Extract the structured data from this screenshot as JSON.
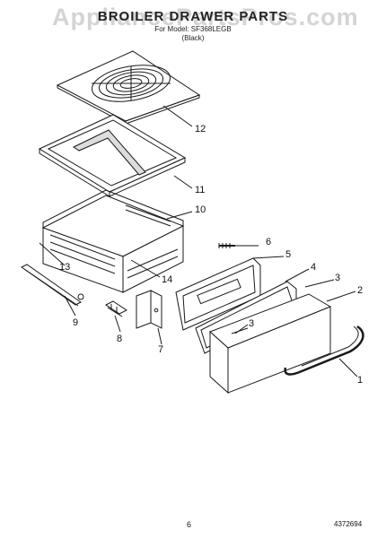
{
  "header": {
    "title": "BROILER DRAWER PARTS",
    "subtitle": "For Model: SF368LEGB",
    "note": "(Black)"
  },
  "watermark": "AppliancePartsPros.com",
  "callouts": [
    "1",
    "2",
    "3",
    "3",
    "4",
    "5",
    "6",
    "7",
    "8",
    "9",
    "10",
    "11",
    "12",
    "13",
    "14"
  ],
  "footer": {
    "page_number": "6",
    "document_number": "4372694"
  },
  "colors": {
    "line": "#1a1a1a",
    "watermark": "#aaaaaa"
  }
}
